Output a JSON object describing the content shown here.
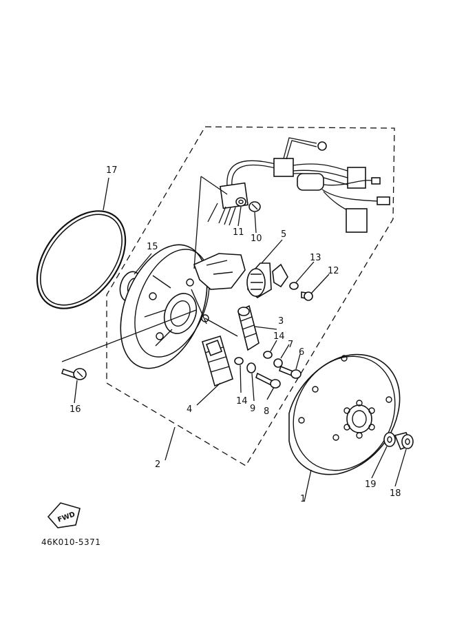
{
  "diagram": {
    "part_labels": [
      "17",
      "15",
      "16",
      "2",
      "4",
      "14",
      "9",
      "8",
      "3",
      "14",
      "7",
      "6",
      "5",
      "13",
      "12",
      "11",
      "10",
      "1",
      "19",
      "18"
    ],
    "fwd_badge": "FWD",
    "drawing_code": "46K010-5371"
  }
}
